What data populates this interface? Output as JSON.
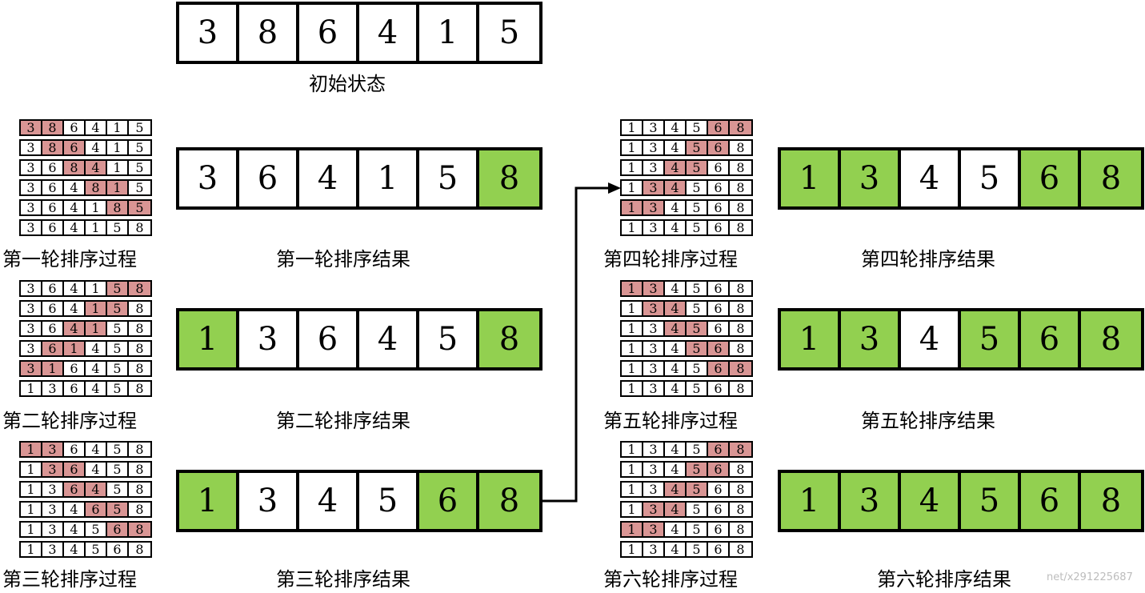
{
  "initial": {
    "label": "初始状态",
    "cells": [
      {
        "v": "3",
        "c": "white"
      },
      {
        "v": "8",
        "c": "white"
      },
      {
        "v": "6",
        "c": "white"
      },
      {
        "v": "4",
        "c": "white"
      },
      {
        "v": "1",
        "c": "white"
      },
      {
        "v": "5",
        "c": "white"
      }
    ]
  },
  "rounds": [
    {
      "process_label": "第一轮排序过程",
      "result_label": "第一轮排序结果",
      "process": [
        {
          "values": [
            "3",
            "8",
            "6",
            "4",
            "1",
            "5"
          ],
          "highlight": [
            0,
            1
          ]
        },
        {
          "values": [
            "3",
            "8",
            "6",
            "4",
            "1",
            "5"
          ],
          "highlight": [
            1,
            2
          ]
        },
        {
          "values": [
            "3",
            "6",
            "8",
            "4",
            "1",
            "5"
          ],
          "highlight": [
            2,
            3
          ]
        },
        {
          "values": [
            "3",
            "6",
            "4",
            "8",
            "1",
            "5"
          ],
          "highlight": [
            3,
            4
          ]
        },
        {
          "values": [
            "3",
            "6",
            "4",
            "1",
            "8",
            "5"
          ],
          "highlight": [
            4,
            5
          ]
        },
        {
          "values": [
            "3",
            "6",
            "4",
            "1",
            "5",
            "8"
          ],
          "highlight": []
        }
      ],
      "result": {
        "values": [
          "3",
          "6",
          "4",
          "1",
          "5",
          "8"
        ],
        "green": [
          5
        ]
      }
    },
    {
      "process_label": "第二轮排序过程",
      "result_label": "第二轮排序结果",
      "process": [
        {
          "values": [
            "3",
            "6",
            "4",
            "1",
            "5",
            "8"
          ],
          "highlight": [
            4,
            5
          ]
        },
        {
          "values": [
            "3",
            "6",
            "4",
            "1",
            "5",
            "8"
          ],
          "highlight": [
            3,
            4
          ]
        },
        {
          "values": [
            "3",
            "6",
            "4",
            "1",
            "5",
            "8"
          ],
          "highlight": [
            2,
            3
          ]
        },
        {
          "values": [
            "3",
            "6",
            "1",
            "4",
            "5",
            "8"
          ],
          "highlight": [
            1,
            2
          ]
        },
        {
          "values": [
            "3",
            "1",
            "6",
            "4",
            "5",
            "8"
          ],
          "highlight": [
            0,
            1
          ]
        },
        {
          "values": [
            "1",
            "3",
            "6",
            "4",
            "5",
            "8"
          ],
          "highlight": []
        }
      ],
      "result": {
        "values": [
          "1",
          "3",
          "6",
          "4",
          "5",
          "8"
        ],
        "green": [
          0,
          5
        ]
      }
    },
    {
      "process_label": "第三轮排序过程",
      "result_label": "第三轮排序结果",
      "process": [
        {
          "values": [
            "1",
            "3",
            "6",
            "4",
            "5",
            "8"
          ],
          "highlight": [
            0,
            1
          ]
        },
        {
          "values": [
            "1",
            "3",
            "6",
            "4",
            "5",
            "8"
          ],
          "highlight": [
            1,
            2
          ]
        },
        {
          "values": [
            "1",
            "3",
            "6",
            "4",
            "5",
            "8"
          ],
          "highlight": [
            2,
            3
          ]
        },
        {
          "values": [
            "1",
            "3",
            "4",
            "6",
            "5",
            "8"
          ],
          "highlight": [
            3,
            4
          ]
        },
        {
          "values": [
            "1",
            "3",
            "4",
            "5",
            "6",
            "8"
          ],
          "highlight": [
            4,
            5
          ]
        },
        {
          "values": [
            "1",
            "3",
            "4",
            "5",
            "6",
            "8"
          ],
          "highlight": []
        }
      ],
      "result": {
        "values": [
          "1",
          "3",
          "4",
          "5",
          "6",
          "8"
        ],
        "green": [
          0,
          4,
          5
        ]
      }
    },
    {
      "process_label": "第四轮排序过程",
      "result_label": "第四轮排序结果",
      "process": [
        {
          "values": [
            "1",
            "3",
            "4",
            "5",
            "6",
            "8"
          ],
          "highlight": [
            4,
            5
          ]
        },
        {
          "values": [
            "1",
            "3",
            "4",
            "5",
            "6",
            "8"
          ],
          "highlight": [
            3,
            4
          ]
        },
        {
          "values": [
            "1",
            "3",
            "4",
            "5",
            "6",
            "8"
          ],
          "highlight": [
            2,
            3
          ]
        },
        {
          "values": [
            "1",
            "3",
            "4",
            "5",
            "6",
            "8"
          ],
          "highlight": [
            1,
            2
          ]
        },
        {
          "values": [
            "1",
            "3",
            "4",
            "5",
            "6",
            "8"
          ],
          "highlight": [
            0,
            1
          ]
        },
        {
          "values": [
            "1",
            "3",
            "4",
            "5",
            "6",
            "8"
          ],
          "highlight": []
        }
      ],
      "result": {
        "values": [
          "1",
          "3",
          "4",
          "5",
          "6",
          "8"
        ],
        "green": [
          0,
          1,
          4,
          5
        ]
      }
    },
    {
      "process_label": "第五轮排序过程",
      "result_label": "第五轮排序结果",
      "process": [
        {
          "values": [
            "1",
            "3",
            "4",
            "5",
            "6",
            "8"
          ],
          "highlight": [
            0,
            1
          ]
        },
        {
          "values": [
            "1",
            "3",
            "4",
            "5",
            "6",
            "8"
          ],
          "highlight": [
            1,
            2
          ]
        },
        {
          "values": [
            "1",
            "3",
            "4",
            "5",
            "6",
            "8"
          ],
          "highlight": [
            2,
            3
          ]
        },
        {
          "values": [
            "1",
            "3",
            "4",
            "5",
            "6",
            "8"
          ],
          "highlight": [
            3,
            4
          ]
        },
        {
          "values": [
            "1",
            "3",
            "4",
            "5",
            "6",
            "8"
          ],
          "highlight": [
            4,
            5
          ]
        },
        {
          "values": [
            "1",
            "3",
            "4",
            "5",
            "6",
            "8"
          ],
          "highlight": []
        }
      ],
      "result": {
        "values": [
          "1",
          "3",
          "4",
          "5",
          "6",
          "8"
        ],
        "green": [
          0,
          1,
          3,
          4,
          5
        ]
      }
    },
    {
      "process_label": "第六轮排序过程",
      "result_label": "第六轮排序结果",
      "process": [
        {
          "values": [
            "1",
            "3",
            "4",
            "5",
            "6",
            "8"
          ],
          "highlight": [
            4,
            5
          ]
        },
        {
          "values": [
            "1",
            "3",
            "4",
            "5",
            "6",
            "8"
          ],
          "highlight": [
            3,
            4
          ]
        },
        {
          "values": [
            "1",
            "3",
            "4",
            "5",
            "6",
            "8"
          ],
          "highlight": [
            2,
            3
          ]
        },
        {
          "values": [
            "1",
            "3",
            "4",
            "5",
            "6",
            "8"
          ],
          "highlight": [
            1,
            2
          ]
        },
        {
          "values": [
            "1",
            "3",
            "4",
            "5",
            "6",
            "8"
          ],
          "highlight": [
            0,
            1
          ]
        },
        {
          "values": [
            "1",
            "3",
            "4",
            "5",
            "6",
            "8"
          ],
          "highlight": []
        }
      ],
      "result": {
        "values": [
          "1",
          "3",
          "4",
          "5",
          "6",
          "8"
        ],
        "green": [
          0,
          1,
          2,
          3,
          4,
          5
        ]
      }
    }
  ],
  "colors": {
    "highlight": "#d99594",
    "sorted": "#92d050",
    "border": "#000000"
  },
  "watermark": "net/x291225687"
}
